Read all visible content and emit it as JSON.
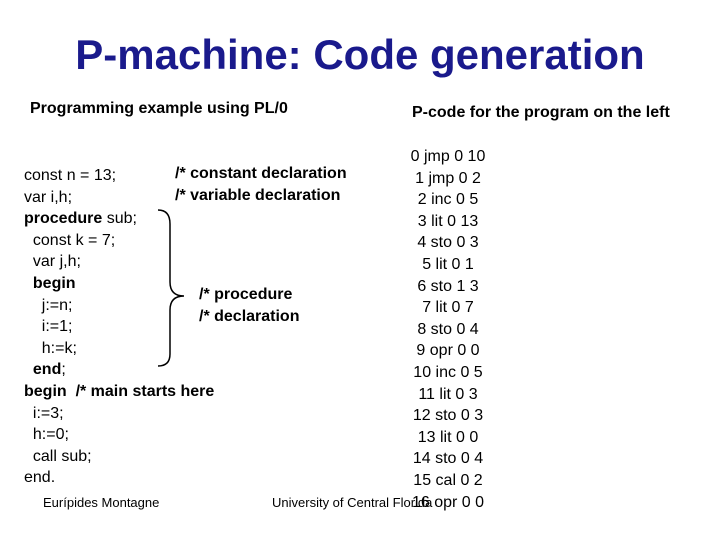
{
  "slide": {
    "title": "P-machine: Code generation",
    "left_heading": "Programming example using PL/0",
    "right_heading": "P-code for the program on the left",
    "comments": {
      "constant": "/* constant declaration",
      "variable": "/* variable declaration",
      "procedure_line1": "/* procedure",
      "procedure_line2": "/* declaration"
    },
    "code_lines": [
      {
        "kw": "",
        "text": "const n = 13;"
      },
      {
        "kw": "",
        "text": "var i,h;"
      },
      {
        "kw": "procedure",
        "text": " sub;"
      },
      {
        "kw": "",
        "text": "  const k = 7;"
      },
      {
        "kw": "",
        "text": "  var j,h;"
      },
      {
        "kw": "  begin",
        "text": ""
      },
      {
        "kw": "",
        "text": "    j:=n;"
      },
      {
        "kw": "",
        "text": "    i:=1;"
      },
      {
        "kw": "",
        "text": "    h:=k;"
      },
      {
        "kw": "  end",
        "text": ";"
      },
      {
        "kw": "begin",
        "text": "  /* main starts here"
      },
      {
        "kw": "",
        "text": "  i:=3;"
      },
      {
        "kw": "",
        "text": "  h:=0;"
      },
      {
        "kw": "",
        "text": "  call sub;"
      },
      {
        "kw": "",
        "text": "end."
      }
    ],
    "pcode": [
      "0 jmp 0 10",
      "1 jmp 0 2",
      "2 inc 0 5",
      "3 lit 0 13",
      "4 sto 0 3",
      "5 lit 0 1",
      "6 sto 1 3",
      "7 lit 0 7",
      "8 sto 0 4",
      "9 opr 0 0",
      "10 inc 0 5",
      "11 lit 0 3",
      "12 sto 0 3",
      "13 lit 0 0",
      "14 sto 0 4",
      "15 cal 0 2",
      "16 opr 0 0"
    ],
    "footer_left": "Eurípides Montagne",
    "footer_right": "University of Central Florida",
    "title_color": "#1a1a8c"
  }
}
